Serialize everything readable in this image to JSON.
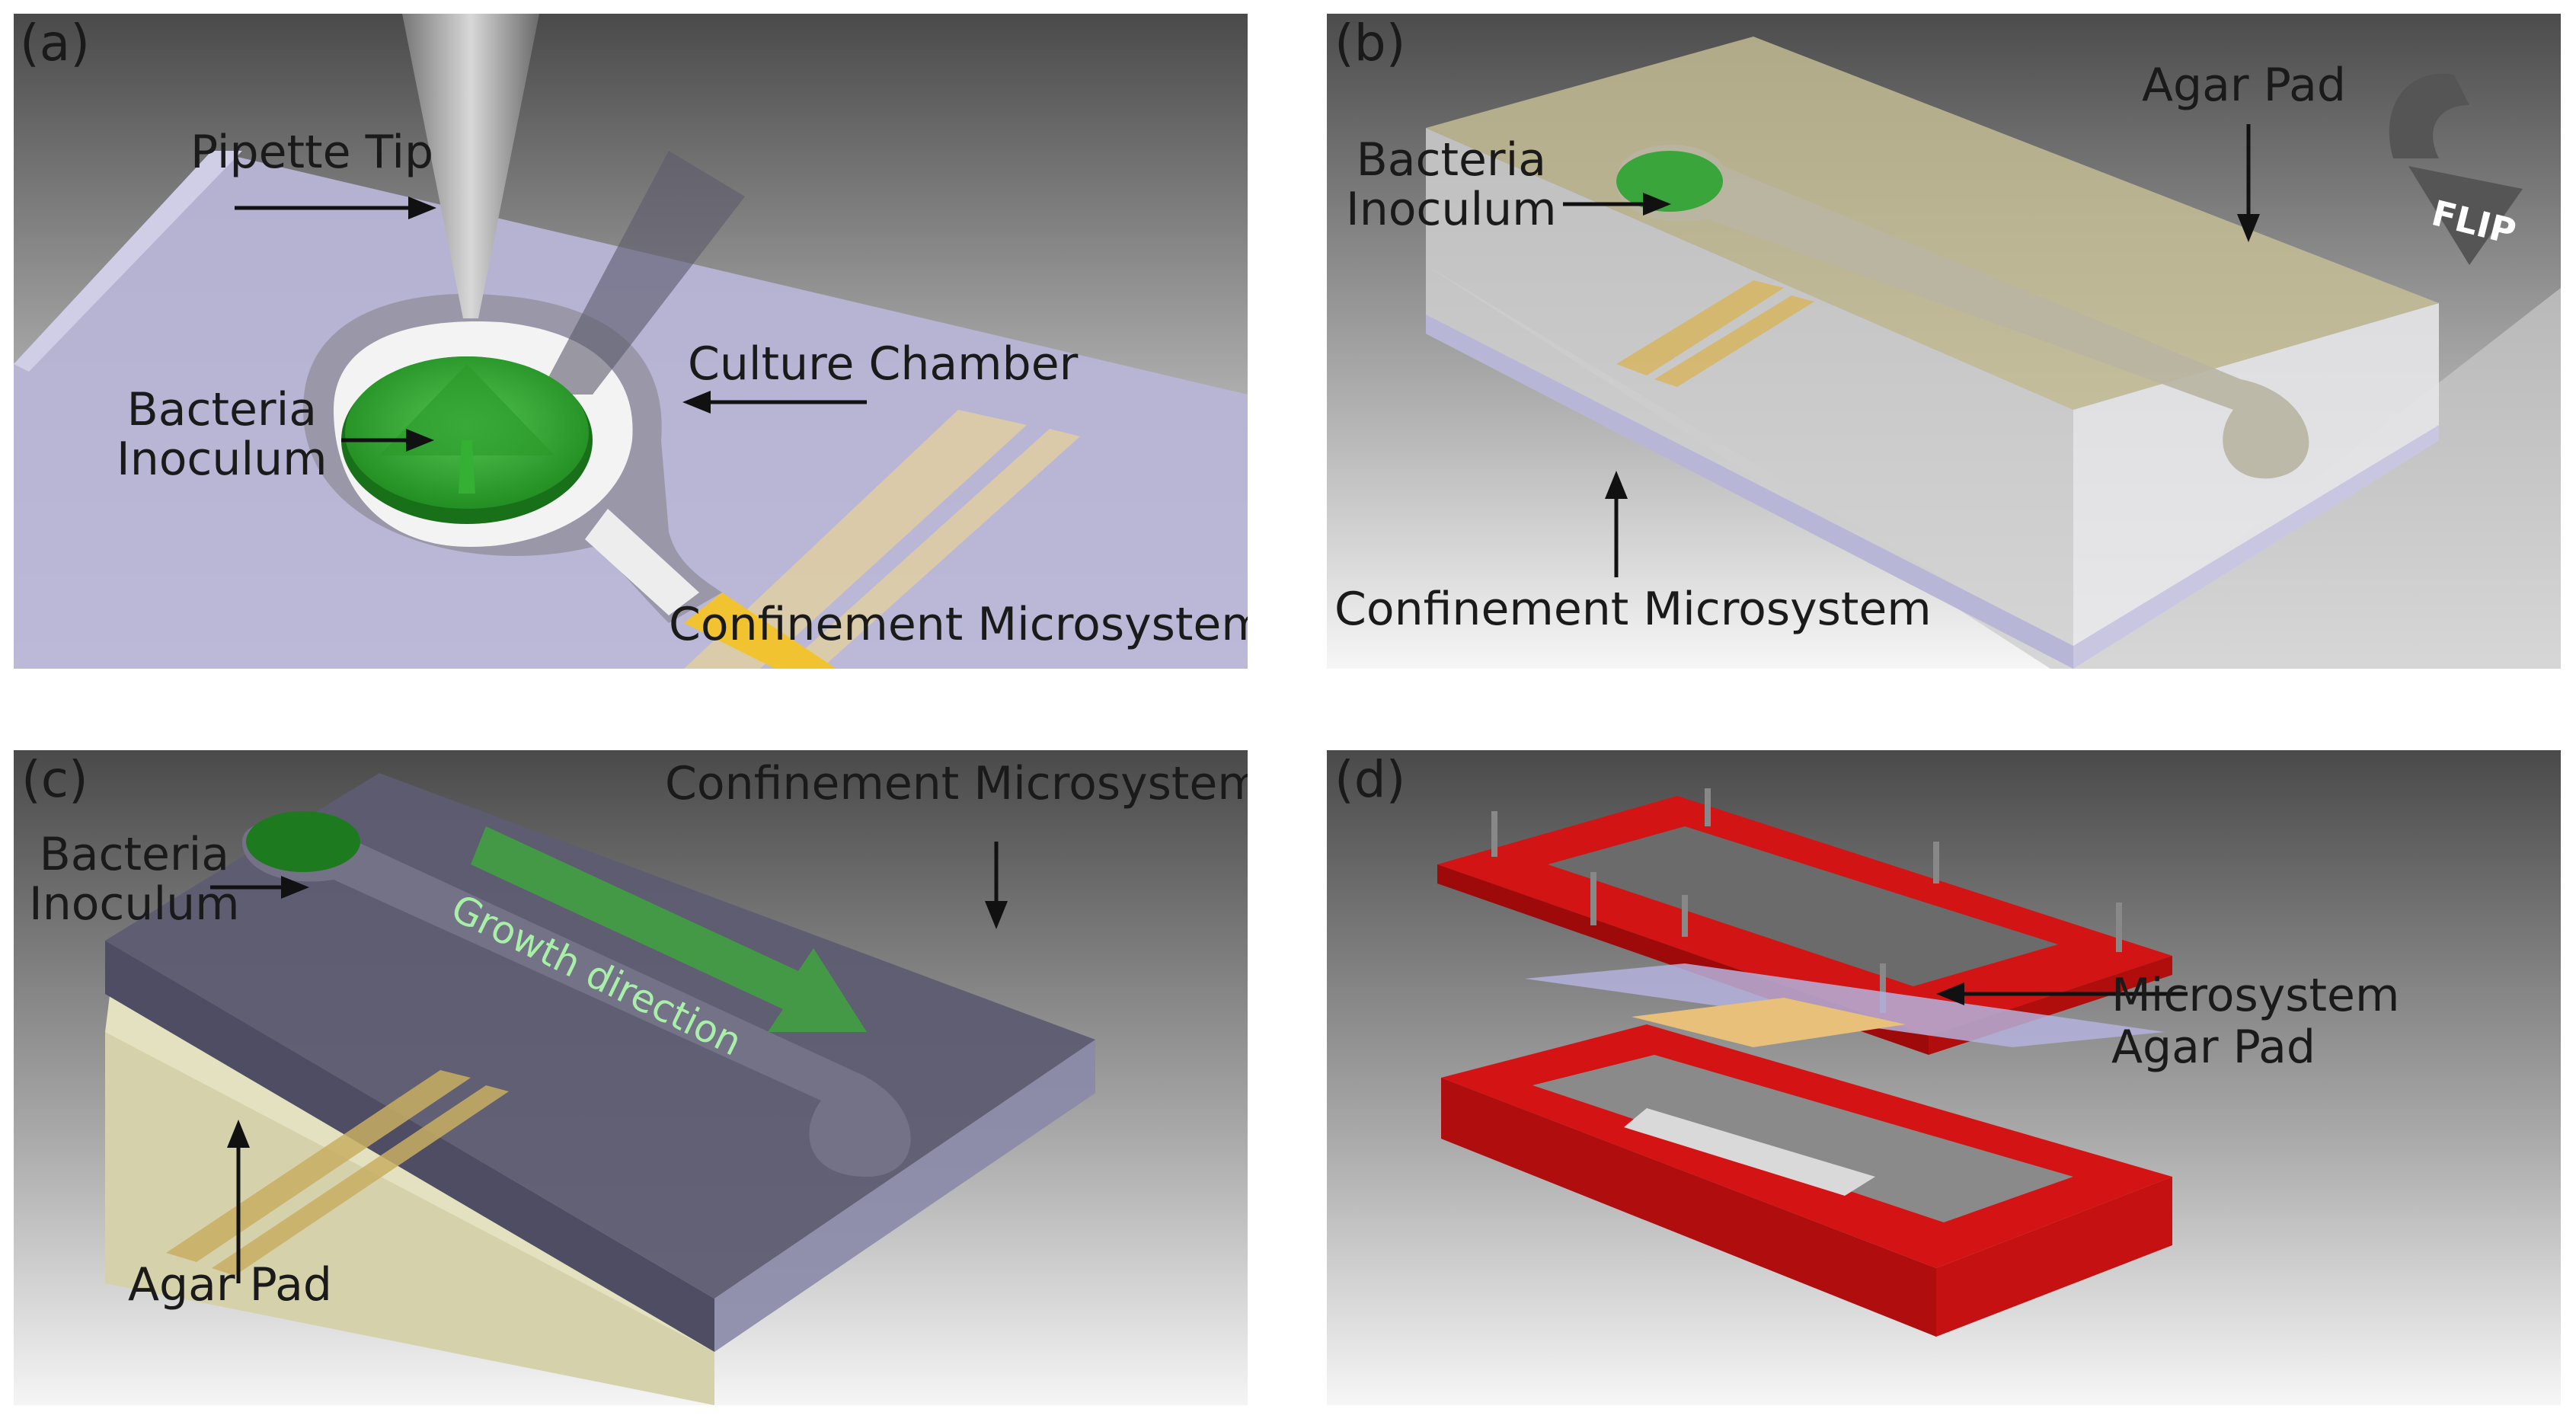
{
  "panels": {
    "a": {
      "tag": "(a)",
      "labels": {
        "pipette_tip": "Pipette Tip",
        "culture_chamber": "Culture Chamber",
        "bacteria_inoculum": "Bacteria\nInoculum",
        "confinement_microsystem": "Confinement Microsystem"
      }
    },
    "b": {
      "tag": "(b)",
      "labels": {
        "agar_pad": "Agar Pad",
        "bacteria_inoculum": "Bacteria\nInoculum",
        "confinement_microsystem": "Confinement Microsystem",
        "flip": "FLIP"
      }
    },
    "c": {
      "tag": "(c)",
      "labels": {
        "confinement_microsystem": "Confinement Microsystem",
        "bacteria_inoculum": "Bacteria\nInoculum",
        "growth_direction": "Growth direction",
        "agar_pad": "Agar Pad"
      }
    },
    "d": {
      "tag": "(d)",
      "labels": {
        "microsystem": "Microsystem",
        "agar_pad": "Agar Pad"
      }
    }
  },
  "colors": {
    "inoculum_green": "#2f9a2f",
    "frame_red": "#d81414",
    "electrode_gold": "#d8b45a",
    "pdms_lavender": "#b9b6d8"
  }
}
